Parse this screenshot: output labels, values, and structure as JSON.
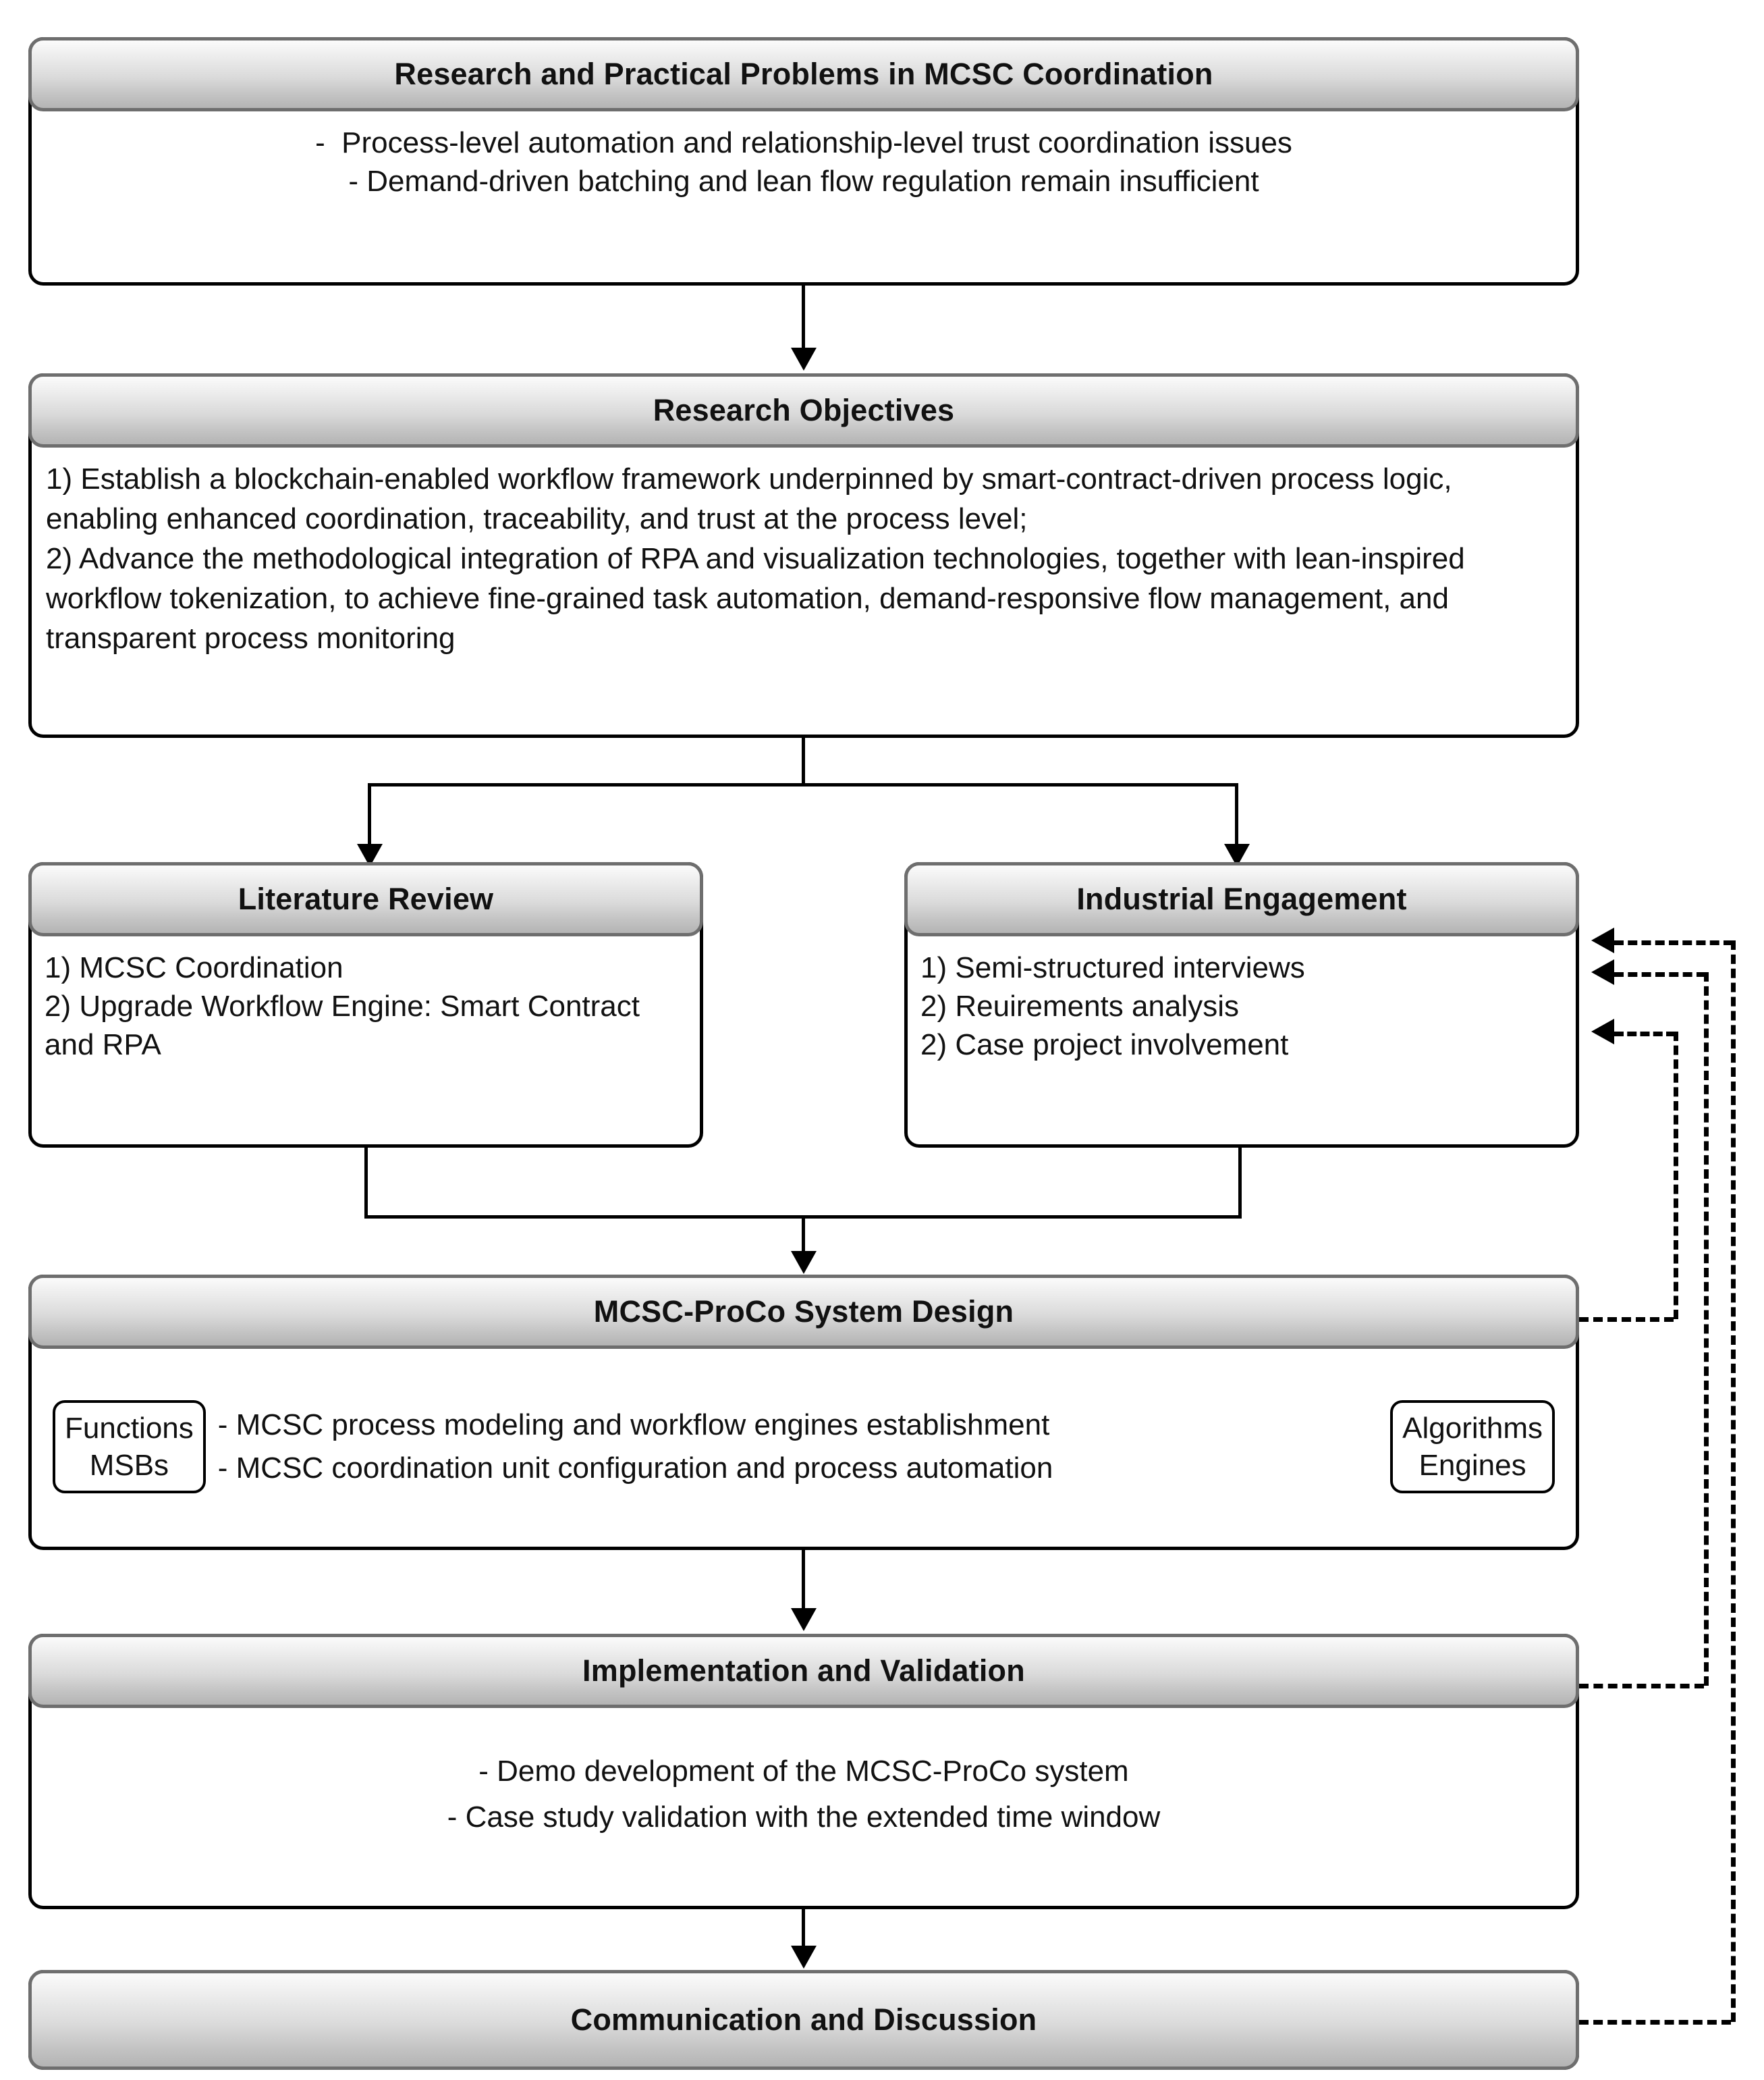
{
  "diagram": {
    "title": "MCSC-ProCo research methodology flowchart",
    "type": "flowchart",
    "colors": {
      "header_gradient_top": "#fbfbfb",
      "header_gradient_bottom": "#b4b4b4",
      "header_border": "#6e6e6e",
      "body_border": "#000000",
      "body_fill": "#ffffff",
      "text": "#111111",
      "connector": "#000000"
    }
  },
  "nodes": {
    "problems": {
      "header": "Research and Practical Problems in MCSC Coordination",
      "lines": [
        "-  Process-level automation and relationship-level trust coordination issues",
        "- Demand-driven batching and lean flow regulation remain insufficient"
      ]
    },
    "objectives": {
      "header": "Research Objectives",
      "lines": [
        "1) Establish a blockchain-enabled workflow framework underpinned by smart-contract-driven process logic, enabling enhanced coordination, traceability, and trust at the process level;",
        "2) Advance the methodological integration of RPA and visualization technologies, together with lean-inspired workflow tokenization, to achieve fine-grained task automation, demand-responsive flow management, and transparent process monitoring"
      ]
    },
    "literature": {
      "header": "Literature Review",
      "lines": [
        "1) MCSC Coordination",
        "2) Upgrade Workflow Engine: Smart Contract and RPA"
      ]
    },
    "industrial": {
      "header": "Industrial Engagement",
      "lines": [
        "1) Semi-structured interviews",
        "2) Reuirements analysis",
        "2) Case project involvement"
      ]
    },
    "design": {
      "header": "MCSC-ProCo System Design",
      "left_chip": [
        "Functions",
        "MSBs"
      ],
      "right_chip": [
        "Algorithms",
        "Engines"
      ],
      "lines": [
        "- MCSC process modeling and workflow engines establishment",
        "- MCSC coordination unit configuration and process automation"
      ]
    },
    "implementation": {
      "header": "Implementation and Validation",
      "lines": [
        "- Demo development of the MCSC-ProCo system",
        "- Case study validation with the extended time window"
      ]
    },
    "communication": {
      "header": "Communication and Discussion"
    }
  },
  "edges": {
    "solid": [
      {
        "from": "problems",
        "to": "objectives",
        "style": "arrow-down"
      },
      {
        "from": "objectives",
        "to": "literature",
        "style": "split-arrow-down"
      },
      {
        "from": "objectives",
        "to": "industrial",
        "style": "split-arrow-down"
      },
      {
        "from": "literature",
        "to": "design",
        "style": "merge-arrow-down"
      },
      {
        "from": "industrial",
        "to": "design",
        "style": "merge-arrow-down"
      },
      {
        "from": "design",
        "to": "implementation",
        "style": "arrow-down"
      },
      {
        "from": "implementation",
        "to": "communication",
        "style": "arrow-down"
      }
    ],
    "dashed_feedback": [
      {
        "from": "communication",
        "to": "industrial",
        "target": "header",
        "note": "outermost loop"
      },
      {
        "from": "implementation",
        "to": "industrial",
        "target": "header",
        "note": "middle loop"
      },
      {
        "from": "design",
        "to": "industrial",
        "target": "body",
        "note": "innermost loop"
      }
    ]
  }
}
